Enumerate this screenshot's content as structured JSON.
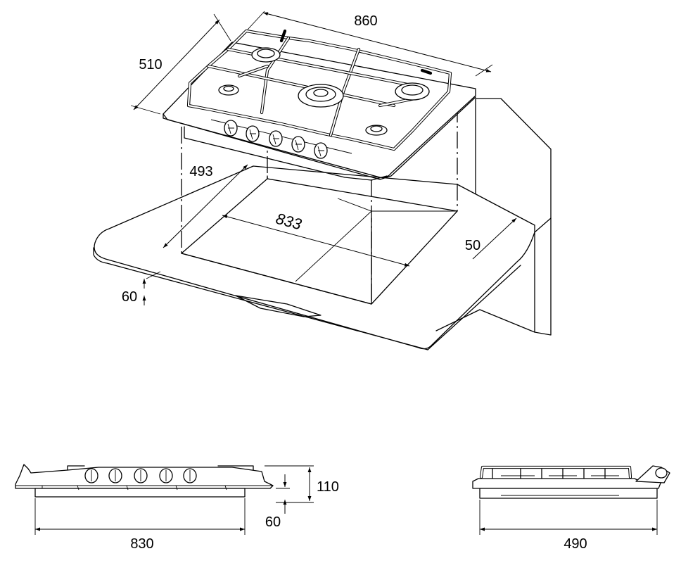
{
  "dimensions": {
    "hob_width": "860",
    "hob_depth": "510",
    "cutout_depth": "493",
    "cutout_width": "833",
    "clearance_back": "50",
    "worktop_thickness": "60",
    "front_view_width": "830",
    "front_view_height": "110",
    "front_view_depth": "60",
    "side_view_depth": "490"
  }
}
